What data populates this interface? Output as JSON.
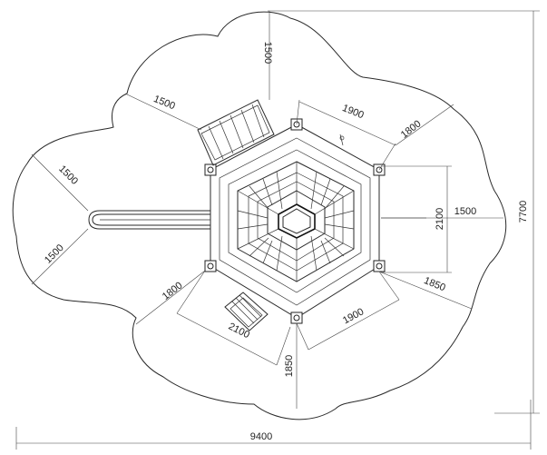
{
  "dimensions": {
    "overall_width": "9400",
    "overall_height": "7700",
    "top_clearance": "1500",
    "upper_left_clearance": "1500",
    "left_upper_clearance": "1500",
    "left_lower_clearance": "1500",
    "right_clearance": "1500",
    "top_edge": "1900",
    "upper_right_edge": "1800",
    "right_span": "2100",
    "lower_right_edge": "1850",
    "bottom_right_edge": "1900",
    "lower_left_edge": "1800",
    "bottom_left_span": "2100",
    "bottom_edge": "1850"
  }
}
